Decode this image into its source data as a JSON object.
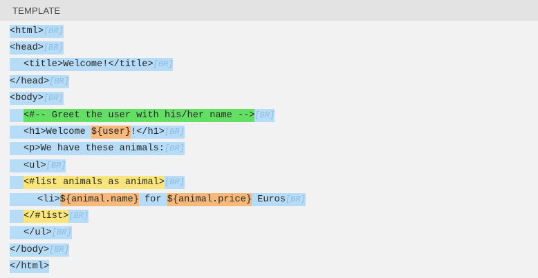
{
  "panel": {
    "title": "TEMPLATE"
  },
  "br_marker": "[BR]",
  "lines": [
    {
      "indent": 0,
      "segments": [
        {
          "type": "text",
          "text": "<html>"
        }
      ],
      "br": true
    },
    {
      "indent": 0,
      "segments": [
        {
          "type": "text",
          "text": "<head>"
        }
      ],
      "br": true
    },
    {
      "indent": 1,
      "segments": [
        {
          "type": "text",
          "text": "<title>Welcome!</title>"
        }
      ],
      "br": true
    },
    {
      "indent": 0,
      "segments": [
        {
          "type": "text",
          "text": "</head>"
        }
      ],
      "br": true
    },
    {
      "indent": 0,
      "segments": [
        {
          "type": "text",
          "text": "<body>"
        }
      ],
      "br": true
    },
    {
      "indent": 1,
      "segments": [
        {
          "type": "comment",
          "text": "<#-- Greet the user with his/her name -->"
        }
      ],
      "br": true
    },
    {
      "indent": 1,
      "segments": [
        {
          "type": "text",
          "text": "<h1>Welcome "
        },
        {
          "type": "interp",
          "text": "${user}"
        },
        {
          "type": "text",
          "text": "!</h1>"
        }
      ],
      "br": true
    },
    {
      "indent": 1,
      "segments": [
        {
          "type": "text",
          "text": "<p>We have these animals:"
        }
      ],
      "br": true
    },
    {
      "indent": 1,
      "segments": [
        {
          "type": "text",
          "text": "<ul>"
        }
      ],
      "br": true
    },
    {
      "indent": 1,
      "segments": [
        {
          "type": "directive",
          "text": "<#list animals as animal>"
        }
      ],
      "br": true
    },
    {
      "indent": 2,
      "segments": [
        {
          "type": "text",
          "text": "<li>"
        },
        {
          "type": "interp",
          "text": "${animal.name}"
        },
        {
          "type": "text",
          "text": " for "
        },
        {
          "type": "interp",
          "text": "${animal.price}"
        },
        {
          "type": "text",
          "text": " Euros"
        }
      ],
      "br": true
    },
    {
      "indent": 1,
      "segments": [
        {
          "type": "directive",
          "text": "</#list>"
        }
      ],
      "br": true
    },
    {
      "indent": 1,
      "segments": [
        {
          "type": "text",
          "text": "</ul>"
        }
      ],
      "br": true
    },
    {
      "indent": 0,
      "segments": [
        {
          "type": "text",
          "text": "</body>"
        }
      ],
      "br": true
    },
    {
      "indent": 0,
      "segments": [
        {
          "type": "text",
          "text": "</html>"
        }
      ],
      "br": false
    }
  ],
  "colors": {
    "text_highlight": "#b7dcf7",
    "comment_highlight": "#63e063",
    "directive_highlight": "#fae57a",
    "interpolation_highlight": "#f7b97a",
    "header_background": "#e3e3e3",
    "panel_background": "#f2f2f2"
  }
}
